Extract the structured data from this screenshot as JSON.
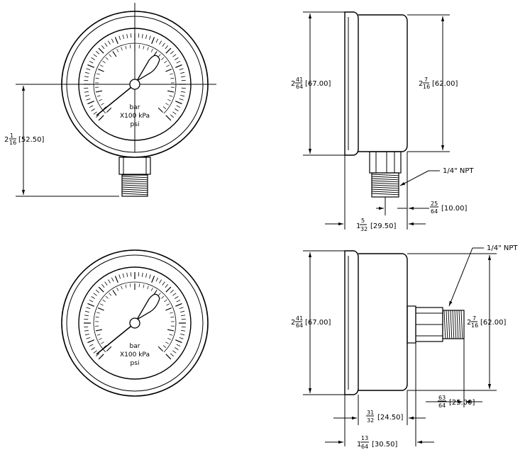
{
  "gauge_labels": {
    "unit1": "bar",
    "unit2": "X100 kPa",
    "unit3": "psi"
  },
  "views": {
    "top_front": {
      "height_to_center": {
        "whole": "2",
        "num": "1",
        "den": "16",
        "mm": "[52.50]"
      }
    },
    "top_side": {
      "overall_diameter": {
        "whole": "2",
        "num": "41",
        "den": "64",
        "mm": "[67.00]"
      },
      "case_diameter": {
        "whole": "2",
        "num": "7",
        "den": "16",
        "mm": "[62.00]"
      },
      "connection": "1/4\" NPT",
      "thread_length": {
        "num": "25",
        "den": "64",
        "mm": "[10.00]"
      },
      "depth": {
        "whole": "1",
        "num": "5",
        "den": "32",
        "mm": "[29.50]"
      }
    },
    "bottom_side": {
      "connection": "1/4\" NPT",
      "overall_diameter": {
        "whole": "2",
        "num": "41",
        "den": "64",
        "mm": "[67.00]"
      },
      "case_diameter": {
        "whole": "2",
        "num": "7",
        "den": "16",
        "mm": "[62.00]"
      },
      "thread_length": {
        "num": "63",
        "den": "64",
        "mm": "[25.00]"
      },
      "case_depth": {
        "num": "31",
        "den": "32",
        "mm": "[24.50]"
      },
      "depth": {
        "whole": "1",
        "num": "13",
        "den": "64",
        "mm": "[30.50]"
      }
    }
  }
}
